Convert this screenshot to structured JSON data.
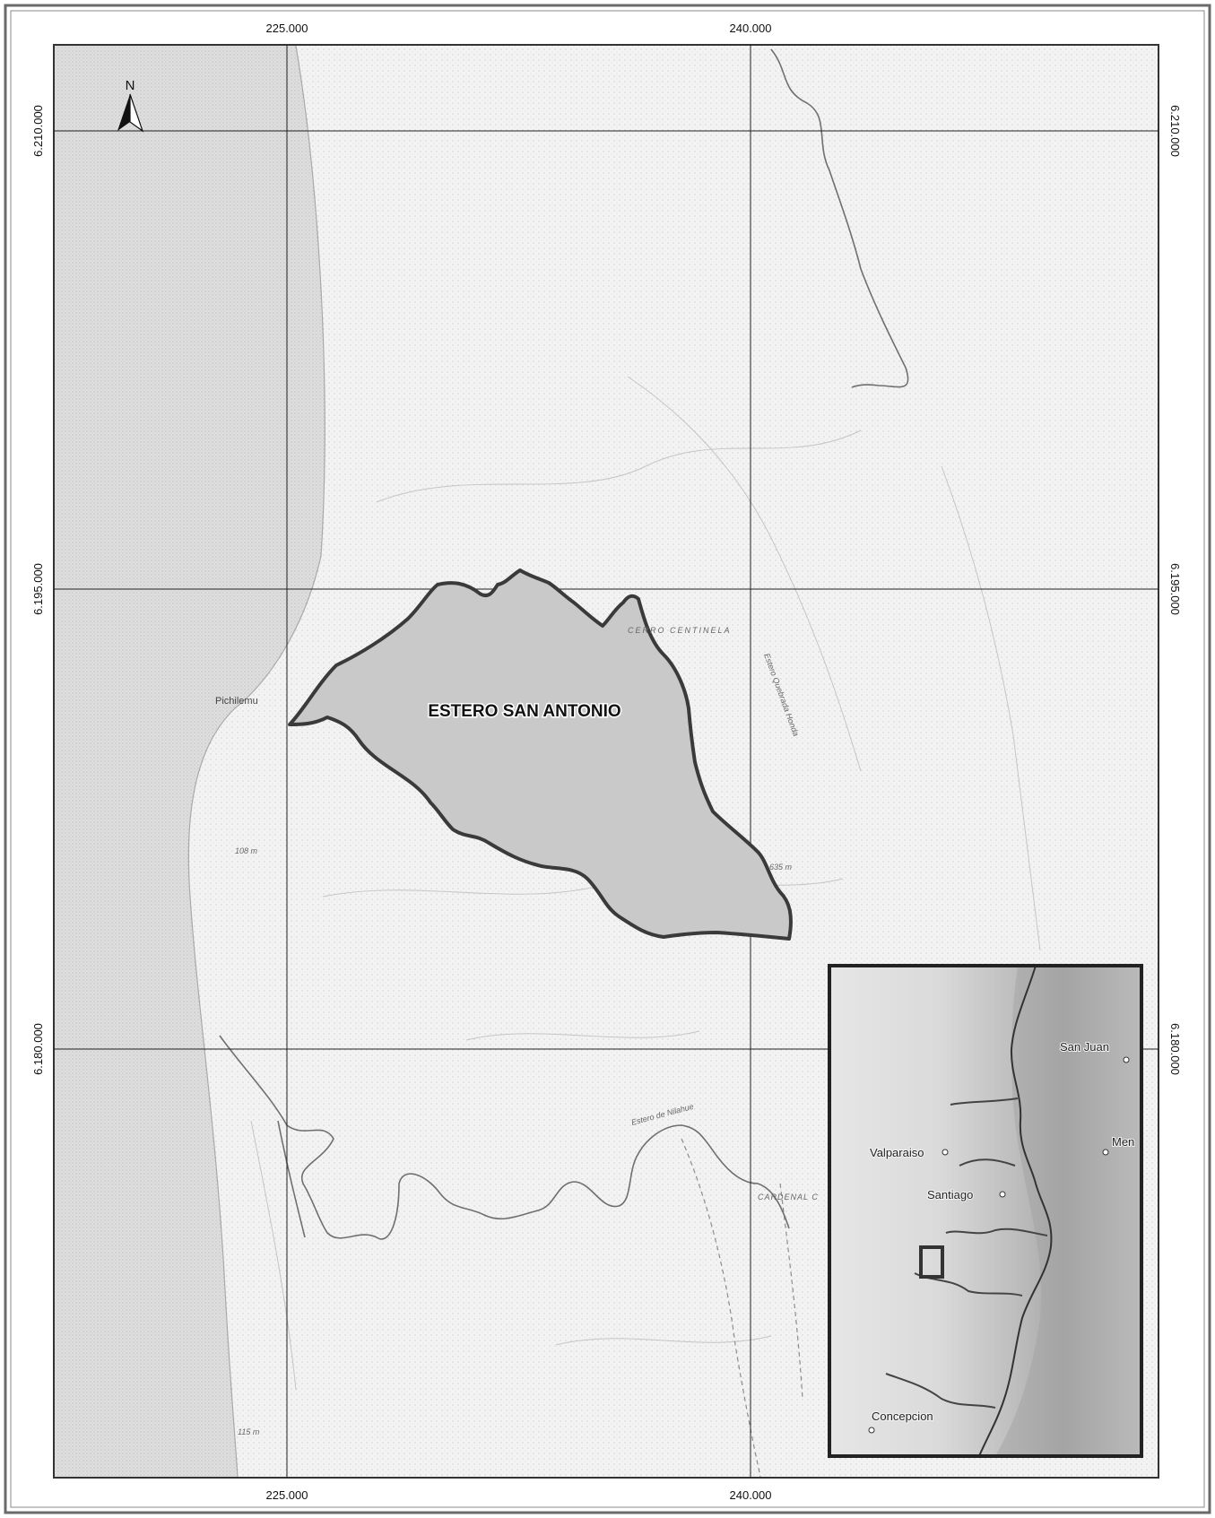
{
  "map": {
    "north_label": "N",
    "grid": {
      "x_labels": [
        "225.000",
        "240.000"
      ],
      "y_labels": [
        "6.210.000",
        "6.195.000",
        "6.180.000"
      ]
    },
    "features": {
      "watershed_label": "ESTERO SAN ANTONIO",
      "watershed_fill": "#c9c9c9",
      "watershed_stroke": "#3a3a3a"
    },
    "places": {
      "pichilemu": "Pichilemu",
      "cerro_centinela": "CERRO CENTINELA",
      "estero_quebrada_honda": "Estero Quebrada Honda",
      "estero_nilahue": "Estero de Nilahue",
      "cardenal": "CARDENAL C",
      "elev_108": "108 m",
      "elev_635": "635 m",
      "elev_115": "115 m"
    },
    "inset": {
      "places": [
        "San Juan",
        "Valparaiso",
        "Men",
        "Santiago",
        "Concepcion"
      ]
    }
  }
}
